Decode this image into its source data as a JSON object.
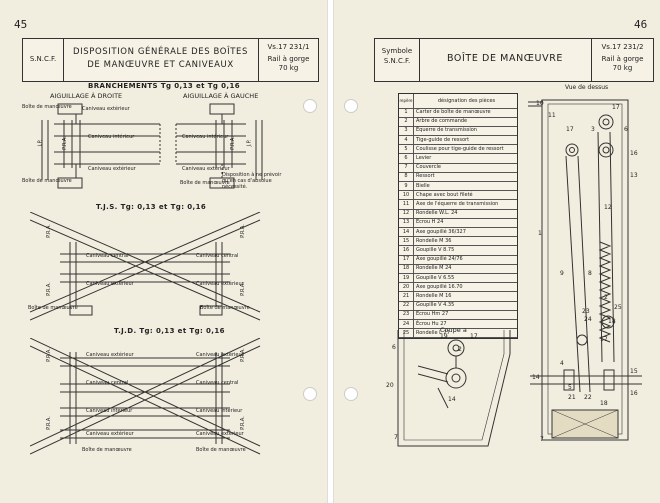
{
  "left": {
    "page_number": "45",
    "header": {
      "org": "S.N.C.F.",
      "title_line1": "DISPOSITION GÉNÉRALE DES BOÎTES",
      "title_line2": "DE MANŒUVRE ET CANIVEAUX",
      "ref": "Vs.17 231/1",
      "weight_line1": "Rail à gorge",
      "weight_line2": "70 kg"
    },
    "section1": {
      "title": "BRANCHEMENTS Tg 0,13 et Tg 0,16",
      "left_sub": "AIGUILLAGE À DROITE",
      "right_sub": "AIGUILLAGE À GAUCHE"
    },
    "section2": {
      "title": "T.J.S. Tg: 0,13 et Tg: 0,16"
    },
    "section3": {
      "title": "T.J.D. Tg: 0,13 et Tg: 0,16"
    },
    "labels": {
      "boite": "Boîte de manœuvre",
      "can_ext": "Caniveau extérieur",
      "can_int": "Caniveau intérieur",
      "can_central": "Caniveau central",
      "jp": "J.P.",
      "pra": "P.R.A.",
      "dispo": "Disposition à ne prévoir qu'en cas d'absolue nécessité."
    }
  },
  "right": {
    "page_number": "46",
    "header": {
      "symbole": "Symbole",
      "org": "S.N.C.F.",
      "title": "BOÎTE DE MANŒUVRE",
      "ref": "Vs.17 231/2",
      "weight_line1": "Rail à gorge",
      "weight_line2": "70 kg"
    },
    "table": {
      "h_rep": "repère",
      "h_des": "désignation des pièces",
      "rows": [
        {
          "n": "1",
          "d": "Carter de boîte de manœuvre"
        },
        {
          "n": "2",
          "d": "Arbre de commande"
        },
        {
          "n": "3",
          "d": "Équerre de transmission"
        },
        {
          "n": "4",
          "d": "Tige-guide de ressort"
        },
        {
          "n": "5",
          "d": "Coulisse pour tige-guide de ressort"
        },
        {
          "n": "6",
          "d": "Levier"
        },
        {
          "n": "7",
          "d": "Couvercle"
        },
        {
          "n": "8",
          "d": "Ressort"
        },
        {
          "n": "9",
          "d": "Bielle"
        },
        {
          "n": "10",
          "d": "Chape avec bout fileté"
        },
        {
          "n": "11",
          "d": "Axe de l'équerre de transmission"
        },
        {
          "n": "12",
          "d": "Rondelle W.L. 24"
        },
        {
          "n": "13",
          "d": "Écrou H 24"
        },
        {
          "n": "14",
          "d": "Axe goupillé 36/327"
        },
        {
          "n": "15",
          "d": "Rondelle M 36"
        },
        {
          "n": "16",
          "d": "Goupille V 8.75"
        },
        {
          "n": "17",
          "d": "Axe goupillé 24/76"
        },
        {
          "n": "18",
          "d": "Rondelle M 24"
        },
        {
          "n": "19",
          "d": "Goupille V 6.55"
        },
        {
          "n": "20",
          "d": "Axe goupillé 16.70"
        },
        {
          "n": "21",
          "d": "Rondelle M 16"
        },
        {
          "n": "22",
          "d": "Goupille V 4.35"
        },
        {
          "n": "23",
          "d": "Écrou Hm 27"
        },
        {
          "n": "24",
          "d": "Écrou Hu 27"
        },
        {
          "n": "25",
          "d": "Rondelle L 27"
        }
      ]
    },
    "vue_dessus": "Vue de dessus",
    "coupe": "Coupe  a",
    "callouts": [
      "10",
      "11",
      "17",
      "3",
      "17",
      "6",
      "16",
      "13",
      "12",
      "1",
      "9",
      "8",
      "2",
      "25",
      "24",
      "23",
      "18",
      "17",
      "14",
      "15",
      "16",
      "22",
      "18",
      "21",
      "5",
      "4",
      "7",
      "7",
      "19",
      "17",
      "6",
      "2",
      "20",
      "14"
    ]
  }
}
